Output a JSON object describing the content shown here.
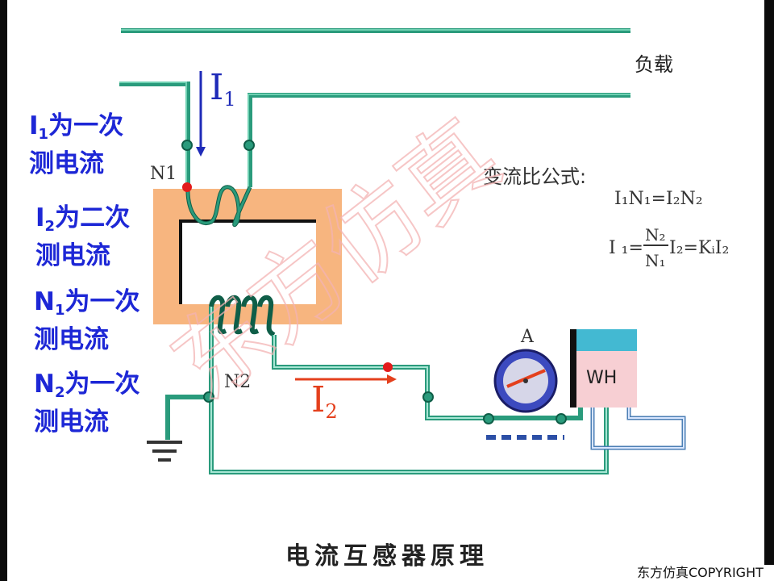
{
  "load_label": "负载",
  "i1_arrow_label": {
    "main": "I",
    "sub": "1"
  },
  "i2_arrow_label": {
    "main": "I",
    "sub": "2"
  },
  "n1_label": "N1",
  "n2_label": "N2",
  "ammeter_label": "A",
  "meter_label": "WH",
  "formula_title": "变流比公式:",
  "formula_line1": "I₁N₁=I₂N₂",
  "formula_line2": {
    "left": "I ₁=",
    "num": "N₂",
    "den": "N₁",
    "right": "I₂=KᵢI₂"
  },
  "side_labels": [
    {
      "sym": "I",
      "sub": "1",
      "rest": "为一次",
      "line2": "测电流"
    },
    {
      "sym": "I",
      "sub": "2",
      "rest": "为二次",
      "line2": "测电流"
    },
    {
      "sym": "N",
      "sub": "1",
      "rest": "为一次",
      "line2": "测电流"
    },
    {
      "sym": "N",
      "sub": "2",
      "rest": "为一次",
      "line2": "测电流"
    }
  ],
  "watermark": "东方仿真",
  "title": "电流互感器原理",
  "copyright": "东方仿真COPYRIGHT",
  "colors": {
    "wire": "#2a9b7c",
    "wire_dark": "#0f5e48",
    "core": "#f7b57f",
    "blue_text": "#1d27d6",
    "i1_arrow": "#1f2bb8",
    "i2_arrow": "#e4401d",
    "meter_top": "#43b9d2",
    "meter_body": "#f7cfd3"
  }
}
